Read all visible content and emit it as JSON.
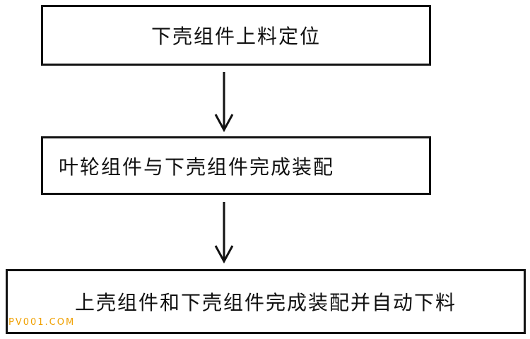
{
  "steps": [
    {
      "label": "下壳组件上料定位"
    },
    {
      "label": "叶轮组件与下壳组件完成装配"
    },
    {
      "label": "上壳组件和下壳组件完成装配并自动下料"
    }
  ],
  "watermark": "PV001.COM",
  "colors": {
    "stroke": "#111111",
    "background": "#ffffff",
    "watermark": "#f0a000"
  }
}
